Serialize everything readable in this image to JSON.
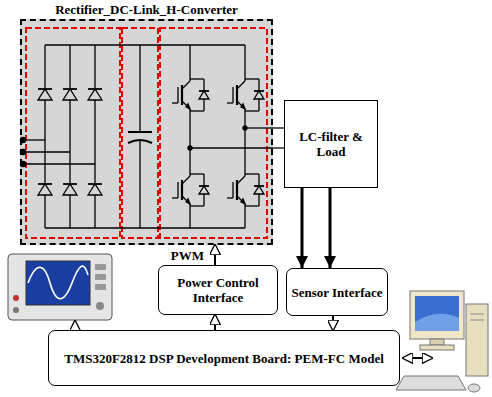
{
  "diagram": {
    "nodes": [
      {
        "text": [
          "Rectifier_DC-Link_H-Converter"
        ]
      },
      {
        "text": [
          "LC-filter & Load"
        ]
      },
      {
        "text": [
          "Power Control Interface"
        ]
      },
      {
        "text": [
          "Sensor Interface"
        ]
      },
      {
        "text": [
          "TMS320F2812 DSP Development Board: PEM-FC Model"
        ]
      }
    ],
    "edges": [
      {
        "from": 0,
        "to": 1,
        "arrow": "none"
      },
      {
        "from": 0,
        "to": 1,
        "arrow": "none"
      },
      {
        "from": 1,
        "to": 3,
        "arrow": "to"
      },
      {
        "from": 1,
        "to": 3,
        "arrow": "to"
      },
      {
        "from": 2,
        "to": 0,
        "label": "PWM",
        "arrow": "to"
      },
      {
        "from": 4,
        "to": 2,
        "arrow": "to"
      },
      {
        "from": 3,
        "to": 4,
        "arrow": "to"
      }
    ]
  }
}
